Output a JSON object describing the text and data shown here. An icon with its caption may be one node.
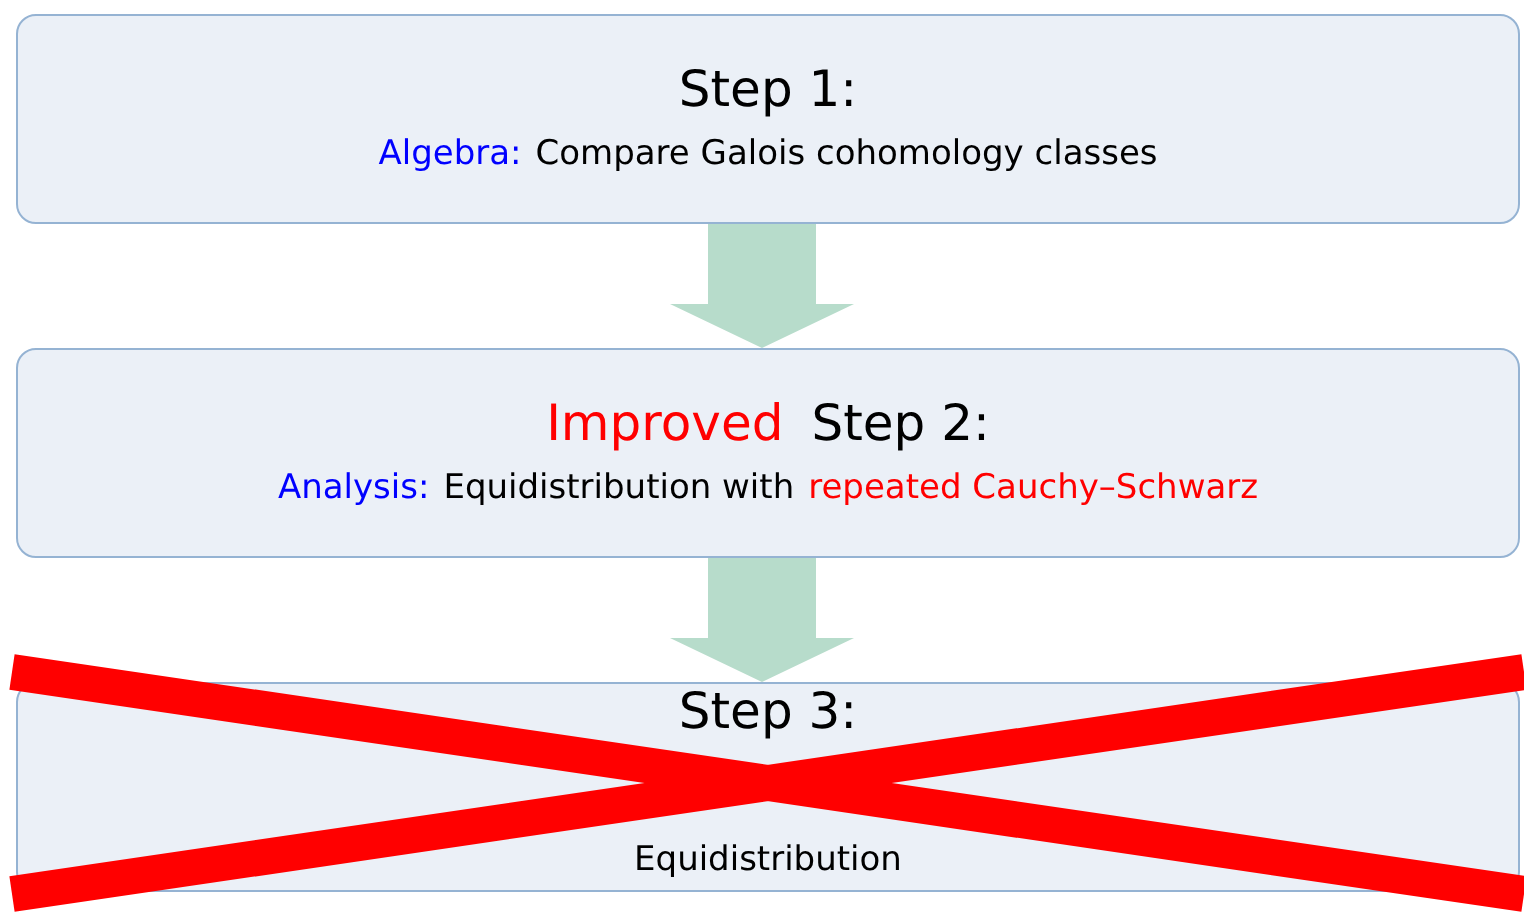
{
  "diagram": {
    "nodes": [
      {
        "text": [
          "Step 1:",
          "Algebra:",
          "Compare Galois cohomology classes"
        ]
      },
      {
        "text": [
          "Improved",
          "Step 2:",
          "Analysis:",
          "Equidistribution with",
          "repeated Cauchy–Schwarz"
        ]
      },
      {
        "text": [
          "Step 3:",
          "Equidistribution"
        ]
      }
    ],
    "edges": [
      {
        "from": 0,
        "to": 1,
        "arrow": "to"
      },
      {
        "from": 1,
        "to": 2,
        "arrow": "to"
      }
    ]
  }
}
